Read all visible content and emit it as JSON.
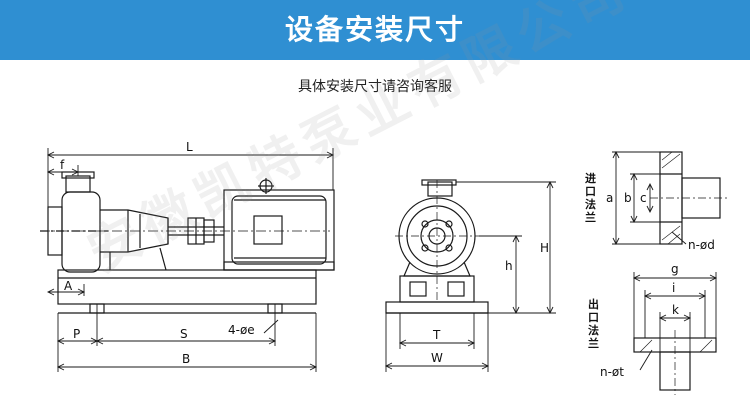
{
  "header": {
    "title": "设备安装尺寸",
    "subtitle": "具体安装尺寸请咨询客服"
  },
  "watermark": {
    "text": "安徽凯特泵业有限公司"
  },
  "drawing": {
    "dimensions": {
      "L": "L",
      "f": "f",
      "A": "A",
      "P": "P",
      "S": "S",
      "holes": "4-øe",
      "B": "B",
      "H": "H",
      "h": "h",
      "T": "T",
      "W": "W",
      "a": "a",
      "b": "b",
      "c": "c",
      "nd": "n-ød",
      "g": "g",
      "i": "i",
      "k": "k",
      "nt": "n-øt"
    },
    "inlet_flange_label": "进口法兰",
    "outlet_flange_label": "出口法兰"
  },
  "colors": {
    "banner": "#2f8fd2",
    "line": "#1a1a1a"
  }
}
